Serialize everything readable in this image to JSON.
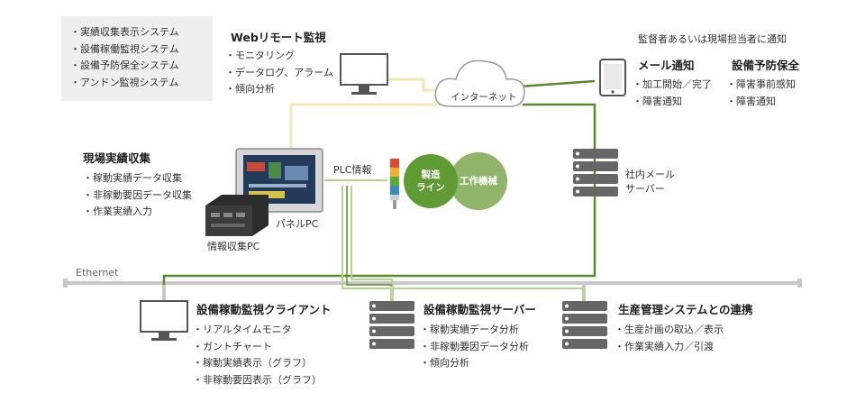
{
  "systems": [
    "実績収集表示システム",
    "設備稼働監視システム",
    "設備予防保全システム",
    "アンドン監視システム"
  ],
  "web_remote": {
    "title": "Webリモート監視",
    "items": [
      "モニタリング",
      "データログ、アラーム",
      "傾向分析"
    ]
  },
  "internet": "インターネット",
  "notify_note": "監督者あるいは現場担当者に通知",
  "mail_notify": {
    "title": "メール通知",
    "items": [
      "加工開始／完了",
      "障害通知"
    ]
  },
  "preventive": {
    "title": "設備予防保全",
    "items": [
      "障害事前感知",
      "障害通知"
    ]
  },
  "field_collection": {
    "title": "現場実績収集",
    "items": [
      "稼動実績データ収集",
      "非稼動要因データ収集",
      "作業実績入力"
    ]
  },
  "panel_pc": "パネルPC",
  "info_pc": "情報収集PC",
  "plc_info": "PLC情報",
  "production_line": [
    "製造",
    "ライン"
  ],
  "machine_tool": "工作機械",
  "mail_server": [
    "社内メール",
    "サーバー"
  ],
  "ethernet": "Ethernet",
  "client": {
    "title": "設備稼動監視クライアント",
    "items": [
      "リアルタイムモニタ",
      "ガントチャート",
      "稼動実績表示（グラフ）",
      "非稼動要因表示（グラフ）"
    ]
  },
  "server": {
    "title": "設備稼動監視サーバー",
    "items": [
      "稼動実績データ分析",
      "非稼動要因データ分析",
      "傾向分析"
    ]
  },
  "production_mgmt": {
    "title": "生産管理システムとの連携",
    "items": [
      "生産計画の取込／表示",
      "作業実績入力／引渡"
    ]
  },
  "colors": {
    "green": "#5a8a2e",
    "light_green": "#b6d48a",
    "cream": "#f3e6b6",
    "gray_line": "#c8c8c8",
    "circle_dark": "#5f9a32",
    "circle_light": "#8fb46a"
  }
}
